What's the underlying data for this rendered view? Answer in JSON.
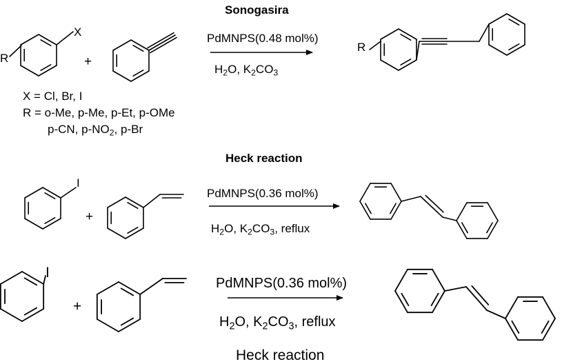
{
  "sonogashira": {
    "title": "Sonogasira",
    "reagent_X": "X",
    "reagent_R": "R",
    "product_R": "R",
    "plus": "+",
    "catalyst": "PdMNPS(0.48 mol%)",
    "conditions": {
      "pre": "H",
      "s1": "2",
      "mid": "O, K",
      "s2": "2",
      "mid2": "CO",
      "s3": "3",
      "post": ""
    },
    "note_x": "X = Cl, Br, I",
    "note_r1": "R = o-Me, p-Me, p-Et, p-OMe",
    "note_r2": {
      "pre": "p-CN, p-NO",
      "sub": "2",
      "post": ", p-Br"
    }
  },
  "heck1": {
    "title": "Heck reaction",
    "iodo_label": "I",
    "plus": "+",
    "catalyst": "PdMNPS(0.36 mol%)",
    "conditions": {
      "pre": "H",
      "s1": "2",
      "mid": "O, K",
      "s2": "2",
      "mid2": "CO",
      "s3": "3",
      "post": ", reflux"
    }
  },
  "heck2": {
    "iodo_label": "I",
    "plus": "+",
    "catalyst": "PdMNPS(0.36 mol%)",
    "conditions": {
      "pre": "H",
      "s1": "2",
      "mid": "O, K",
      "s2": "2",
      "mid2": "CO",
      "s3": "3",
      "post": ", reflux"
    },
    "caption": "Heck reaction"
  },
  "colors": {
    "ink": "#000000",
    "background": "#ffffff"
  }
}
